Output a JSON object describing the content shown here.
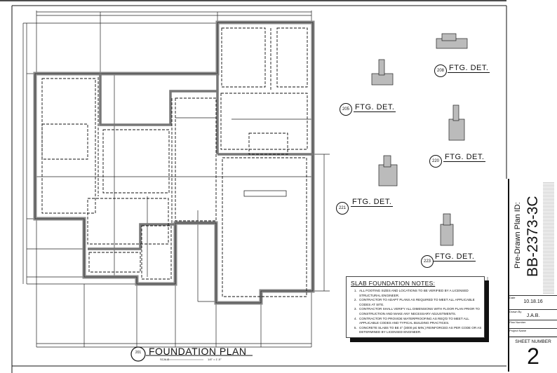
{
  "plan": {
    "title": "FOUNDATION PLAN",
    "number": "201",
    "scale_label": "SCALE",
    "scale_value": "1/4\" = 1'-0\""
  },
  "details": [
    {
      "number": "205",
      "label": "FTG. DET."
    },
    {
      "number": "208",
      "label": "FTG. DET."
    },
    {
      "number": "220",
      "label": "FTG. DET."
    },
    {
      "number": "221",
      "label": "FTG. DET."
    },
    {
      "number": "223",
      "label": "FTG. DET."
    }
  ],
  "notes": {
    "title": "SLAB FOUNDATION NOTES:",
    "items": [
      "ALL FOOTING SIZES AND LOCATIONS TO BE VERIFIED BY A LICENSED STRUCTURAL ENGINEER.",
      "CONTRACTOR TO ADAPT PLANS AS REQUIRED TO MEET ALL APPLICABLE CODES AT SITE.",
      "CONTRACTOR SHALL VERIFY ALL DIMENSIONS WITH FLOOR PLAN PRIOR TO CONSTRUCTION AND MAKE ANY NECESSARY ADJUSTMENTS.",
      "CONTRACTOR TO PROVIDE WATERPROOFING AS REQ'D TO MEET ALL APPLICABLE CODES AND TYPICAL BUILDING PRACTICES.",
      "CONCRETE SLABS TO BE 4\" (3000 psi MIN.) REINFORCED AS PER CODE OR AS DETERMINED BY LICENSED ENGINEER."
    ]
  },
  "title_block": {
    "plan_id_label": "Pre-Drawn Plan ID:",
    "plan_id": "BB-2373-3C",
    "date_label": "Date",
    "date": "10.18.16",
    "drawn_by_label": "Drawn By",
    "drawn_by": "J.A.B.",
    "plan_number_label": "Plan Number",
    "project_name_label": "Project Name",
    "sheet_number_label": "SHEET NUMBER",
    "sheet_number": "2"
  }
}
